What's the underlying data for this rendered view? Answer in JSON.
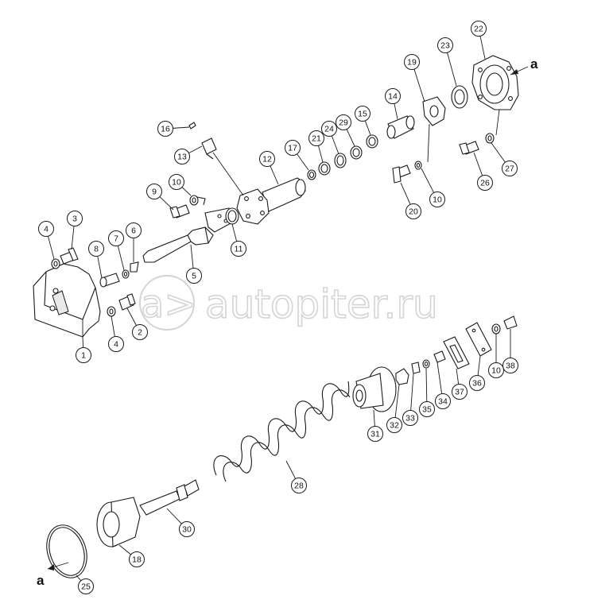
{
  "watermark": {
    "text": "autopiter.ru"
  },
  "reference_letters": {
    "top": "a",
    "bottom": "a"
  },
  "callouts": [
    {
      "id": "c1",
      "label": "1"
    },
    {
      "id": "c2",
      "label": "2"
    },
    {
      "id": "c3",
      "label": "3"
    },
    {
      "id": "c4a",
      "label": "4"
    },
    {
      "id": "c4b",
      "label": "4"
    },
    {
      "id": "c5",
      "label": "5"
    },
    {
      "id": "c6",
      "label": "6"
    },
    {
      "id": "c7",
      "label": "7"
    },
    {
      "id": "c8",
      "label": "8"
    },
    {
      "id": "c9",
      "label": "9"
    },
    {
      "id": "c10a",
      "label": "10"
    },
    {
      "id": "c10b",
      "label": "10"
    },
    {
      "id": "c10c",
      "label": "10"
    },
    {
      "id": "c11",
      "label": "11"
    },
    {
      "id": "c12",
      "label": "12"
    },
    {
      "id": "c13",
      "label": "13"
    },
    {
      "id": "c14",
      "label": "14"
    },
    {
      "id": "c15",
      "label": "15"
    },
    {
      "id": "c16",
      "label": "16"
    },
    {
      "id": "c17",
      "label": "17"
    },
    {
      "id": "c18",
      "label": "18"
    },
    {
      "id": "c19",
      "label": "19"
    },
    {
      "id": "c20",
      "label": "20"
    },
    {
      "id": "c21",
      "label": "21"
    },
    {
      "id": "c22",
      "label": "22"
    },
    {
      "id": "c23",
      "label": "23"
    },
    {
      "id": "c24",
      "label": "24"
    },
    {
      "id": "c25",
      "label": "25"
    },
    {
      "id": "c26",
      "label": "26"
    },
    {
      "id": "c27",
      "label": "27"
    },
    {
      "id": "c28",
      "label": "28"
    },
    {
      "id": "c29",
      "label": "29"
    },
    {
      "id": "c30",
      "label": "30"
    },
    {
      "id": "c31",
      "label": "31"
    },
    {
      "id": "c32",
      "label": "32"
    },
    {
      "id": "c33",
      "label": "33"
    },
    {
      "id": "c34",
      "label": "34"
    },
    {
      "id": "c35",
      "label": "35"
    },
    {
      "id": "c36",
      "label": "36"
    },
    {
      "id": "c37",
      "label": "37"
    },
    {
      "id": "c38",
      "label": "38"
    }
  ]
}
